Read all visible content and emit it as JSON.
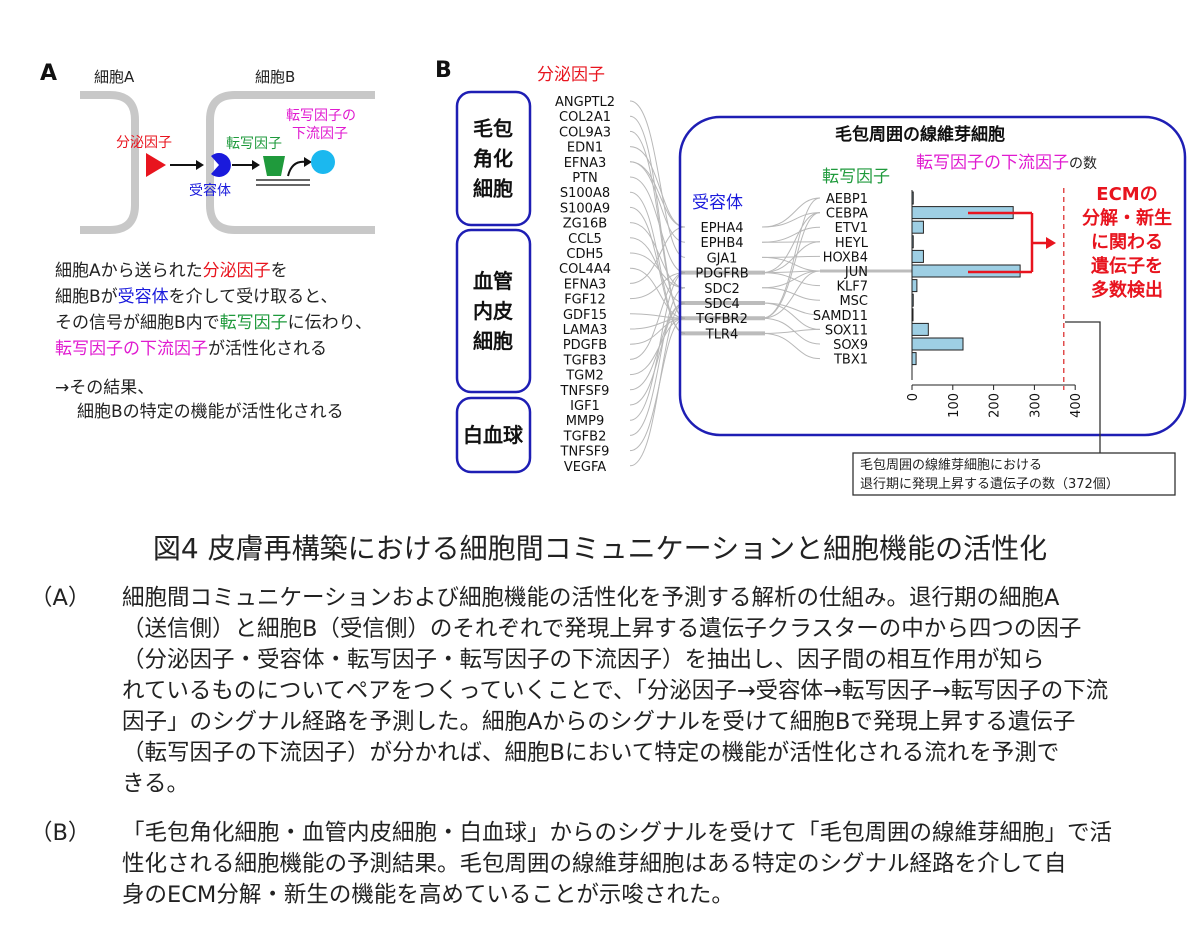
{
  "panel_a": {
    "label": "A",
    "cell_a": "細胞A",
    "cell_b": "細胞B",
    "secreted": "分泌因子",
    "receptor": "受容体",
    "tf": "転写因子",
    "downstream_line1": "転写因子の",
    "downstream_line2": "下流因子",
    "colors": {
      "red": "#e8141e",
      "blue": "#1a1adc",
      "green": "#1f9a3c",
      "magenta": "#e01bd0",
      "cyan": "#1bb8ef"
    },
    "text": [
      [
        {
          "t": "細胞Aから送られた"
        },
        {
          "t": "分泌因子",
          "c": "#e8141e"
        },
        {
          "t": "を"
        }
      ],
      [
        {
          "t": "細胞Bが"
        },
        {
          "t": "受容体",
          "c": "#1a1adc"
        },
        {
          "t": "を介して受け取ると、"
        }
      ],
      [
        {
          "t": "その信号が細胞B内で"
        },
        {
          "t": "転写因子",
          "c": "#1f9a3c"
        },
        {
          "t": "に伝わり、"
        }
      ],
      [
        {
          "t": "転写因子の下流因子",
          "c": "#e01bd0"
        },
        {
          "t": "が活性化される"
        }
      ]
    ],
    "result1": "→その結果、",
    "result2": "細胞Bの特定の機能が活性化される"
  },
  "panel_b": {
    "label": "B",
    "secreted_header": "分泌因子",
    "groups": [
      {
        "lines": [
          "毛包",
          "角化",
          "細胞"
        ],
        "genes": [
          "ANGPTL2",
          "COL2A1",
          "COL9A3",
          "EDN1",
          "EFNA3",
          "PTN",
          "S100A8",
          "S100A9",
          "ZG16B"
        ]
      },
      {
        "lines": [
          "血管",
          "内皮",
          "細胞"
        ],
        "genes": [
          "CCL5",
          "CDH5",
          "COL4A4",
          "EFNA3",
          "FGF12",
          "GDF15",
          "LAMA3",
          "PDGFB",
          "TGFB3",
          "TGM2",
          "TNFSF9"
        ]
      },
      {
        "lines": [
          "白血球"
        ],
        "genes": [
          "IGF1",
          "MMP9",
          "TGFB2",
          "TNFSF9",
          "VEGFA"
        ]
      }
    ],
    "box_title": "毛包周囲の線維芽細胞",
    "receptor_header": "受容体",
    "receptors": [
      "EPHA4",
      "EPHB4",
      "GJA1",
      "PDGFRB",
      "SDC2",
      "SDC4",
      "TGFBR2",
      "TLR4"
    ],
    "tf_header": "転写因子",
    "downstream_header_main": "転写因子の下流因子",
    "downstream_header_suffix": "の数",
    "tfs": [
      "AEBP1",
      "CEBPA",
      "ETV1",
      "HEYL",
      "HOXB4",
      "JUN",
      "KLF7",
      "MSC",
      "SAMD11",
      "SOX11",
      "SOX9",
      "TBX1"
    ],
    "ecm_lines": [
      "ECMの",
      "分解・新生",
      "に関わる",
      "遺伝子を",
      "多数検出"
    ],
    "note_line1": "毛包周囲の線維芽細胞における",
    "note_line2": "退行期に発現上昇する遺伝子の数（372個）",
    "colors": {
      "bar": "#9ecfe4",
      "box": "#1e1eb4",
      "ecm": "#e8141e"
    }
  },
  "chart_data": {
    "type": "bar",
    "orientation": "horizontal",
    "categories": [
      "AEBP1",
      "CEBPA",
      "ETV1",
      "HEYL",
      "HOXB4",
      "JUN",
      "KLF7",
      "MSC",
      "SAMD11",
      "SOX11",
      "SOX9",
      "TBX1"
    ],
    "values": [
      3,
      248,
      28,
      3,
      28,
      265,
      12,
      3,
      2,
      40,
      125,
      10
    ],
    "xlim": [
      0,
      400
    ],
    "xticks": [
      0,
      100,
      200,
      300,
      400
    ],
    "reference_line": 372,
    "grid": false
  },
  "caption": {
    "title": "図4 皮膚再構築における細胞間コミュニケーションと細胞機能の活性化",
    "a_label": "（A）",
    "a_lines": [
      "細胞間コミュニケーションおよび細胞機能の活性化を予測する解析の仕組み。退行期の細胞A",
      "（送信側）と細胞B（受信側）のそれぞれで発現上昇する遺伝子クラスターの中から四つの因子",
      "（分泌因子・受容体・転写因子・転写因子の下流因子）を抽出し、因子間の相互作用が知ら",
      "れているものについてペアをつくっていくことで、「分泌因子→受容体→転写因子→転写因子の下流",
      "因子」のシグナル経路を予測した。細胞Aからのシグナルを受けて細胞Bで発現上昇する遺伝子",
      "（転写因子の下流因子）が分かれば、細胞Bにおいて特定の機能が活性化される流れを予測で",
      "きる。"
    ],
    "b_label": "（B）",
    "b_lines": [
      "「毛包角化細胞・血管内皮細胞・白血球」からのシグナルを受けて「毛包周囲の線維芽細胞」で活",
      "性化される細胞機能の予測結果。毛包周囲の線維芽細胞はある特定のシグナル経路を介して自",
      "身のECM分解・新生の機能を高めていることが示唆された。"
    ]
  }
}
